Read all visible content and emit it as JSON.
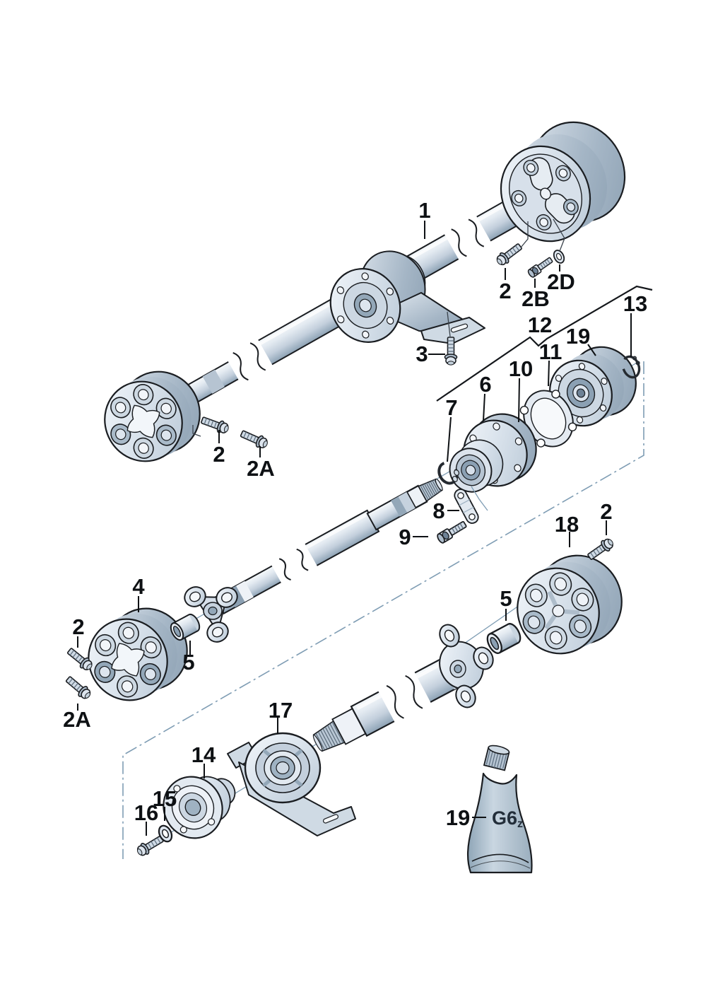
{
  "figure": {
    "background": "#ffffff",
    "outline_color": "#1a1d21",
    "centerline_color": "#7f9db4",
    "metal_light": "#e7edf3",
    "metal_dark": "#93a6b8"
  },
  "callouts": [
    {
      "id": "propshaft",
      "label": "1"
    },
    {
      "id": "bolt-flange-a",
      "label": "2"
    },
    {
      "id": "bolt-flange-b",
      "label": "2B"
    },
    {
      "id": "washer-flange",
      "label": "2D"
    },
    {
      "id": "bolt-support-bracket",
      "label": "3"
    },
    {
      "id": "bolt-front-disc-a",
      "label": "2"
    },
    {
      "id": "bolt-front-disc-b",
      "label": "2A"
    },
    {
      "id": "bearing-kit",
      "label": "12"
    },
    {
      "id": "grease-bearing",
      "label": "19"
    },
    {
      "id": "circlip",
      "label": "13"
    },
    {
      "id": "gasket",
      "label": "11"
    },
    {
      "id": "seal-ring",
      "label": "10"
    },
    {
      "id": "flange-hub",
      "label": "6"
    },
    {
      "id": "clamp-clip",
      "label": "7"
    },
    {
      "id": "lock-plate",
      "label": "8"
    },
    {
      "id": "socket-bolt",
      "label": "9"
    },
    {
      "id": "flex-disc-rear",
      "label": "18"
    },
    {
      "id": "bolt-rear-disc",
      "label": "2"
    },
    {
      "id": "flex-disc-mid",
      "label": "4"
    },
    {
      "id": "bolt-mid-disc-a",
      "label": "2"
    },
    {
      "id": "bolt-mid-disc-b",
      "label": "2A"
    },
    {
      "id": "sleeve-mid",
      "label": "5"
    },
    {
      "id": "sleeve-rear",
      "label": "5"
    },
    {
      "id": "center-bearing",
      "label": "17"
    },
    {
      "id": "cover",
      "label": "14"
    },
    {
      "id": "washer",
      "label": "15"
    },
    {
      "id": "bolt-cover",
      "label": "16"
    },
    {
      "id": "grease-tube",
      "label": "19"
    }
  ],
  "grease_tube": {
    "text_main": "G6",
    "text_sub": "z"
  }
}
